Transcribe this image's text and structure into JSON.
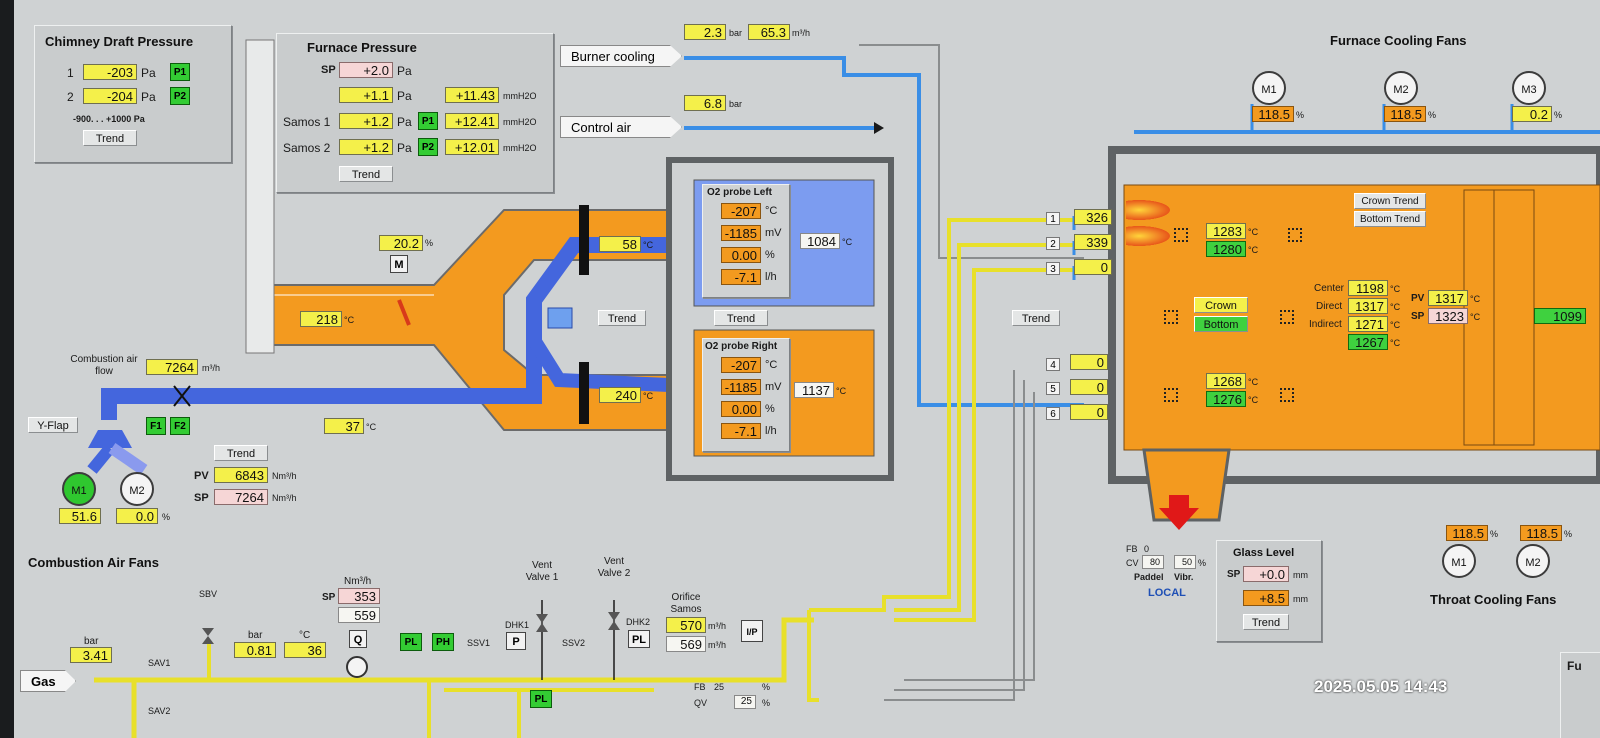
{
  "chimney": {
    "title": "Chimney Draft Pressure",
    "r1_label": "1",
    "r1_value": "-203",
    "r1_unit": "Pa",
    "r1_tag": "P1",
    "r2_label": "2",
    "r2_value": "-204",
    "r2_unit": "Pa",
    "r2_tag": "P2",
    "range": "-900. . . +1000 Pa",
    "trend": "Trend"
  },
  "furnace_pressure": {
    "title": "Furnace Pressure",
    "sp_label": "SP",
    "sp_value": "+2.0",
    "sp_unit": "Pa",
    "pv_value": "+1.1",
    "pv_unit": "Pa",
    "pv_mm": "+11.43",
    "mm_unit": "mmH2O",
    "samos1_label": "Samos 1",
    "samos1_value": "+1.2",
    "samos1_unit": "Pa",
    "samos1_tag": "P1",
    "samos1_mm": "+12.41",
    "samos2_label": "Samos 2",
    "samos2_value": "+1.2",
    "samos2_unit": "Pa",
    "samos2_tag": "P2",
    "samos2_mm": "+12.01",
    "trend": "Trend"
  },
  "burner_cooling": {
    "label": "Burner cooling",
    "pressure": "2.3",
    "pressure_unit": "bar",
    "flow": "65.3",
    "flow_unit": "m³/h"
  },
  "control_air": {
    "label": "Control air",
    "pressure": "6.8",
    "pressure_unit": "bar"
  },
  "damper": {
    "value": "20.2",
    "unit": "%",
    "motor": "M"
  },
  "flue": {
    "temp_left": "218",
    "temp_unit": "°C",
    "temp_top": "58",
    "temp_bottom": "240",
    "trend": "Trend"
  },
  "o2_left": {
    "title": "O2 probe Left",
    "temp": "-207",
    "temp_unit": "°C",
    "mv": "-1185",
    "mv_unit": "mV",
    "pct": "0.00",
    "pct_unit": "%",
    "flow": "-7.1",
    "flow_unit": "l/h",
    "side_temp": "1084",
    "trend": "Trend"
  },
  "o2_right": {
    "title": "O2 probe Right",
    "temp": "-207",
    "temp_unit": "°C",
    "mv": "-1185",
    "mv_unit": "mV",
    "pct": "0.00",
    "pct_unit": "%",
    "flow": "-7.1",
    "flow_unit": "l/h",
    "side_temp": "1137"
  },
  "combustion_air": {
    "flow_label": "Combustion air flow",
    "flow": "7264",
    "flow_unit": "m³/h",
    "yflap": "Y-Flap",
    "tag_f1": "F1",
    "tag_f2": "F2",
    "temp": "37",
    "temp_unit": "°C",
    "trend": "Trend",
    "pv_label": "PV",
    "pv": "6843",
    "pv_unit": "Nm³/h",
    "sp_label": "SP",
    "sp": "7264",
    "sp_unit": "Nm³/h",
    "m1_label": "M1",
    "m1_value": "51.6",
    "m2_label": "M2",
    "m2_value": "0.0",
    "pct_unit": "%",
    "title": "Combustion Air Fans"
  },
  "gas_line": {
    "gas_label": "Gas",
    "bar_label": "bar",
    "p1": "3.41",
    "sbv": "SBV",
    "sav1": "SAV1",
    "sav2": "SAV2",
    "p2_label": "bar",
    "p2": "0.81",
    "t_label": "°C",
    "t": "36",
    "flow_label": "Nm³/h",
    "sp_label": "SP",
    "sp": "353",
    "flow": "559",
    "q_label": "Q",
    "pl": "PL",
    "ph": "PH",
    "ssv1": "SSV1",
    "dhk1": "DHK1",
    "p_label": "P",
    "vent1": "Vent Valve 1",
    "ssv2": "SSV2",
    "dhk2": "DHK2",
    "vent2": "Vent Valve 2",
    "orifice": "Orifice Samos",
    "or1": "570",
    "or2": "569",
    "or_unit": "m³/h",
    "ip": "I/P",
    "fb_label": "FB",
    "fb": "25",
    "qv_label": "QV",
    "qv": "25",
    "pct": "%"
  },
  "burners": {
    "b1": "1",
    "b1v": "326",
    "b2": "2",
    "b2v": "339",
    "b3": "3",
    "b3v": "0",
    "b4": "4",
    "b4v": "0",
    "b5": "5",
    "b5v": "0",
    "b6": "6",
    "b6v": "0",
    "trend": "Trend"
  },
  "furnace": {
    "crown_trend": "Crown Trend",
    "bottom_trend": "Bottom Trend",
    "t1": "1283",
    "t1g": "1280",
    "unit": "°C",
    "crown_btn": "Crown",
    "bottom_btn": "Bottom",
    "center_label": "Center",
    "center": "1198",
    "direct_label": "Direct",
    "direct": "1317",
    "indirect_label": "Indirect",
    "indirect": "1271",
    "avg": "1267",
    "pv_label": "PV",
    "pv": "1317",
    "sp_label": "SP",
    "sp": "1323",
    "t2": "1268",
    "t2g": "1276",
    "right_val": "1099"
  },
  "cooling_fans": {
    "title": "Furnace Cooling Fans",
    "m1": "M1",
    "m1v": "118.5",
    "m2": "M2",
    "m2v": "118.5",
    "m3": "M3",
    "m3v": "0.2",
    "unit": "%"
  },
  "throat": {
    "title": "Throat Cooling Fans",
    "m1": "M1",
    "m1v": "118.5",
    "m2": "M2",
    "m2v": "118.5",
    "unit": "%"
  },
  "paddel": {
    "fb_label": "FB",
    "fb": "0",
    "cv_label": "CV",
    "cv": "80",
    "vibr_val": "50",
    "vibr_unit": "%",
    "paddel": "Paddel",
    "vibr": "Vibr.",
    "local": "LOCAL"
  },
  "glass_level": {
    "title": "Glass Level",
    "sp_label": "SP",
    "sp": "+0.0",
    "pv": "+8.5",
    "unit": "mm",
    "trend": "Trend"
  },
  "timestamp": "2025.05.05 14:43",
  "corner": {
    "text": "Fu"
  }
}
